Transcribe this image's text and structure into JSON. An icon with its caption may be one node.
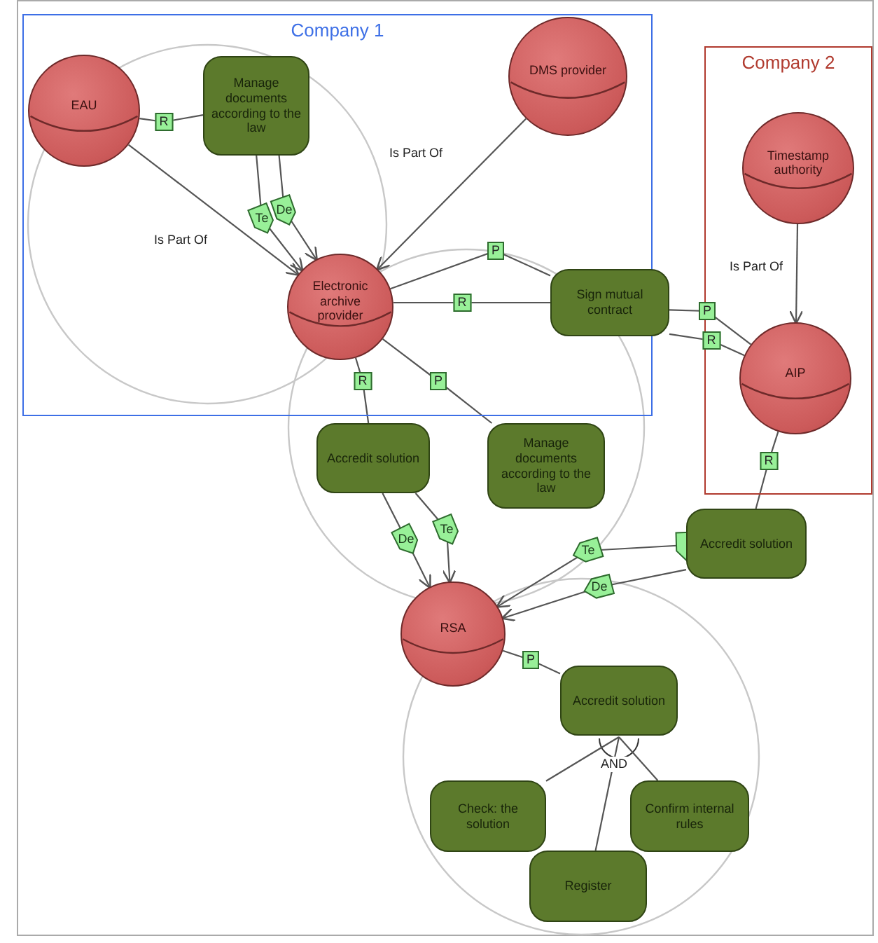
{
  "diagram": {
    "nodes": [
      {
        "text": [
          "Company 1"
        ]
      },
      {
        "text": [
          "EAU"
        ],
        "in": 0
      },
      {
        "text": [
          "Manage documents according to the law"
        ],
        "in": 0
      },
      {
        "text": [
          "DMS provider"
        ],
        "in": 0
      },
      {
        "text": [
          "Electronic archive provider"
        ],
        "in": 0
      },
      {
        "text": [
          "Sign mutual contract"
        ]
      },
      {
        "text": [
          "Company 2"
        ]
      },
      {
        "text": [
          "Timestamp authority"
        ],
        "in": 6
      },
      {
        "text": [
          "AIP"
        ],
        "in": 6
      },
      {
        "text": [
          "Accredit solution"
        ]
      },
      {
        "text": [
          "Manage documents according to the law"
        ]
      },
      {
        "text": [
          "Accredit solution"
        ]
      },
      {
        "text": [
          "RSA"
        ]
      },
      {
        "text": [
          "Accredit solution"
        ]
      },
      {
        "text": [
          "Check: the solution"
        ]
      },
      {
        "text": [
          "Register"
        ]
      },
      {
        "text": [
          "Confirm internal rules"
        ]
      }
    ],
    "edges": [
      {
        "from": 1,
        "to": 4,
        "arrow": "to",
        "label": "Is Part Of"
      },
      {
        "from": 3,
        "to": 4,
        "arrow": "to",
        "label": "Is Part Of"
      },
      {
        "from": 7,
        "to": 8,
        "arrow": "to",
        "label": "Is Part Of"
      },
      {
        "from": 1,
        "to": 2,
        "arrow": "none",
        "label": "R"
      },
      {
        "from": 2,
        "to": 4,
        "arrow": "to",
        "label": "Te"
      },
      {
        "from": 2,
        "to": 4,
        "arrow": "to",
        "label": "De"
      },
      {
        "from": 4,
        "to": 5,
        "arrow": "none",
        "label": "P"
      },
      {
        "from": 4,
        "to": 5,
        "arrow": "none",
        "label": "R"
      },
      {
        "from": 5,
        "to": 8,
        "arrow": "none",
        "label": "P"
      },
      {
        "from": 5,
        "to": 8,
        "arrow": "none",
        "label": "R"
      },
      {
        "from": 4,
        "to": 9,
        "arrow": "none",
        "label": "R"
      },
      {
        "from": 4,
        "to": 10,
        "arrow": "none",
        "label": "P"
      },
      {
        "from": 8,
        "to": 11,
        "arrow": "none",
        "label": "R"
      },
      {
        "from": 9,
        "to": 12,
        "arrow": "to",
        "label": "De"
      },
      {
        "from": 9,
        "to": 12,
        "arrow": "to",
        "label": "Te"
      },
      {
        "from": 11,
        "to": 12,
        "arrow": "to",
        "label": "Te"
      },
      {
        "from": 11,
        "to": 12,
        "arrow": "to",
        "label": "De"
      },
      {
        "from": 12,
        "to": 13,
        "arrow": "none",
        "label": "P"
      },
      {
        "from": 13,
        "to": 14,
        "arrow": "none"
      },
      {
        "from": 13,
        "to": 15,
        "arrow": "none"
      },
      {
        "from": 13,
        "to": 16,
        "arrow": "none"
      }
    ],
    "labels": [
      "AND"
    ]
  }
}
